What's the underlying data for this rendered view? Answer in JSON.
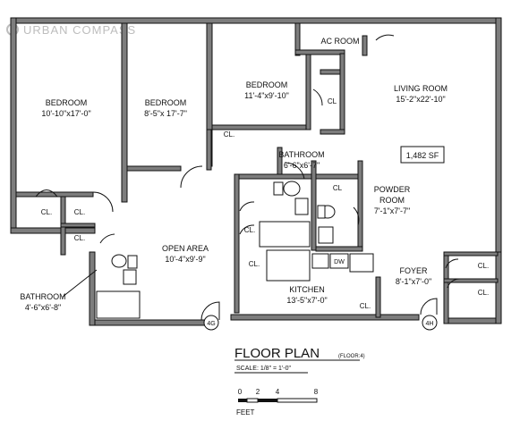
{
  "watermark": "URBAN COMPASS",
  "rooms": {
    "bedroom1": {
      "name": "BEDROOM",
      "dims": "10'-10\"x17'-0\""
    },
    "bedroom2": {
      "name": "BEDROOM",
      "dims": "8'-5\"x 17'-7\""
    },
    "bedroom3": {
      "name": "BEDROOM",
      "dims": "11'-4\"x9'-10\""
    },
    "ac_room": {
      "name": "AC ROOM"
    },
    "living_room": {
      "name": "LIVING ROOM",
      "dims": "15'-2\"x22'-10\""
    },
    "bathroom_center": {
      "name": "BATHROOM",
      "dims": "6'-6\"x6'-7\""
    },
    "powder_room": {
      "name1": "POWDER",
      "name2": "ROOM",
      "dims": "7'-1\"x7'-7\""
    },
    "open_area": {
      "name": "OPEN AREA",
      "dims": "10'-4\"x9'-9\""
    },
    "bathroom_left": {
      "name": "BATHROOM",
      "dims": "4'-6\"x6'-8\""
    },
    "kitchen": {
      "name": "KITCHEN",
      "dims": "13'-5\"x7'-0\""
    },
    "foyer": {
      "name": "FOYER",
      "dims": "8'-1\"x7'-0\""
    }
  },
  "area": "1,482 SF",
  "closet_label": "CL.",
  "closet_label_short": "CL",
  "dw_label": "DW",
  "markers": {
    "west": "4G",
    "east": "4H"
  },
  "title": {
    "main": "FLOOR PLAN",
    "floor": "(FLOOR:4)",
    "scale": "SCALE: 1/8\" = 1'-0\""
  },
  "scalebar": {
    "ticks": [
      "0",
      "2",
      "4",
      "8"
    ],
    "unit": "FEET"
  }
}
